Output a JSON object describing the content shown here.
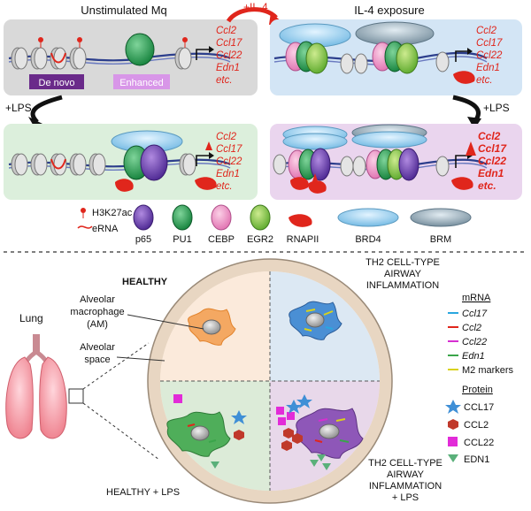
{
  "panels": {
    "unstimulated": {
      "title": "Unstimulated Mq",
      "de_novo": "De novo",
      "enhanced": "Enhanced"
    },
    "il4": {
      "title": "IL-4 exposure"
    },
    "arrows": {
      "il4": "+IL-4",
      "lps_left": "+LPS",
      "lps_right": "+LPS"
    },
    "genes": [
      "Ccl2",
      "Ccl17",
      "Ccl22",
      "Edn1",
      "etc."
    ]
  },
  "legend": {
    "h3k27ac": "H3K27ac",
    "erna": "eRNA",
    "p65": "p65",
    "pu1": "PU1",
    "cebp": "CEBP",
    "egr2": "EGR2",
    "rnapii": "RNAPII",
    "brd4": "BRD4",
    "brm": "BRM"
  },
  "lung": {
    "lung_label": "Lung",
    "healthy": "HEALTHY",
    "am_label": [
      "Alveolar",
      "macrophage",
      "(AM)"
    ],
    "space_label": [
      "Alveolar",
      "space"
    ],
    "th2_title": [
      "TH2 CELL-TYPE",
      "AIRWAY",
      "INFLAMMATION"
    ],
    "healthy_lps": "HEALTHY + LPS",
    "th2_lps": [
      "TH2 CELL-TYPE",
      "AIRWAY",
      "INFLAMMATION",
      "+ LPS"
    ]
  },
  "mrna_legend": {
    "title": "mRNA",
    "items": [
      {
        "label": "Ccl17",
        "color": "#2aa7df"
      },
      {
        "label": "Ccl2",
        "color": "#e0261c"
      },
      {
        "label": "Ccl22",
        "color": "#d62fd1"
      },
      {
        "label": "Edn1",
        "color": "#3aa54a"
      },
      {
        "label": "M2 markers",
        "color": "#d9d21a"
      }
    ]
  },
  "protein_legend": {
    "title": "Protein",
    "items": [
      {
        "label": "CCL17",
        "color": "#3f8fd6",
        "icon": "star-icon"
      },
      {
        "label": "CCL2",
        "color": "#c0392b",
        "icon": "hexagon-icon"
      },
      {
        "label": "CCL22",
        "color": "#e22bd8",
        "icon": "square-icon"
      },
      {
        "label": "EDN1",
        "color": "#5ab07a",
        "icon": "triangle-icon"
      }
    ]
  }
}
